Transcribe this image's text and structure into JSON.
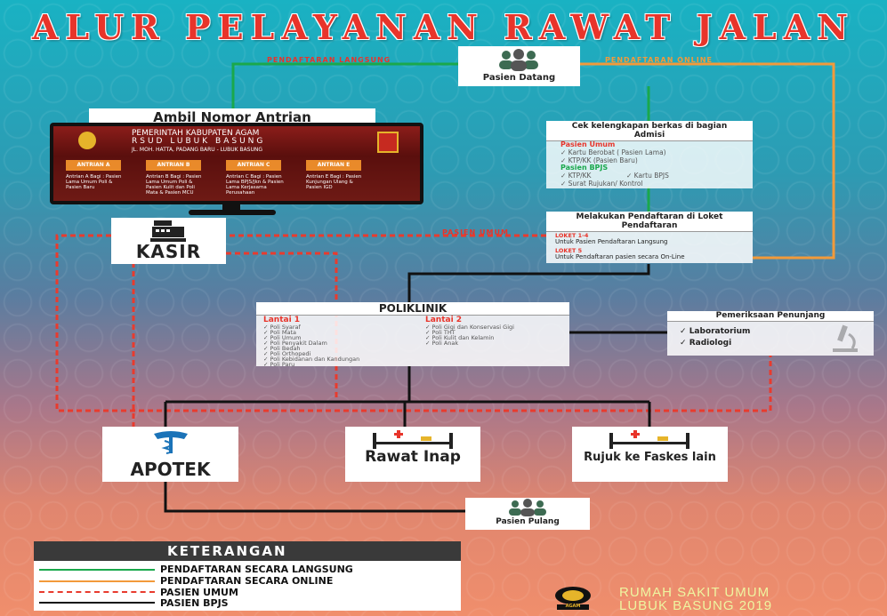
{
  "title": "ALUR PELAYANAN RAWAT JALAN",
  "line_labels": {
    "langsung": "PENDAFTARAN LANGSUNG",
    "online": "PENDAFTARAN ONLINE",
    "umum": "PASIEN UMUM"
  },
  "nodes": {
    "pasien_datang": "Pasien Datang",
    "ambil_nomor": "Ambil Nomor Antrian",
    "kasir": "KASIR",
    "cek": {
      "title": "Cek kelengkapan berkas di bagian Admisi",
      "umum_title": "Pasien Umum",
      "umum_items": [
        "Kartu Berobat ( Pasien Lama)",
        "KTP/KK (Pasien Baru)"
      ],
      "bpjs_title": "Pasien BPJS",
      "bpjs_items": [
        "KTP/KK",
        "Kartu BPJS",
        "Surat Rujukan/ Kontrol"
      ]
    },
    "daftar": {
      "title": "Melakukan Pendaftaran di Loket Pendaftaran",
      "loket1": "LOKET 1-4",
      "loket1_desc": "Untuk Pasien Pendaftaran Langsung",
      "loket2": "LOKET 5",
      "loket2_desc": "Untuk Pendaftaran pasien secara On-Line"
    },
    "poli": {
      "title": "POLIKLINIK",
      "lantai1": "Lantai 1",
      "lantai1_items": [
        "Poli Syaraf",
        "Poli Mata",
        "Poli Umum",
        "Poli Penyakit Dalam",
        "Poli Bedah",
        "Poli Orthopedi",
        "Poli Kebidanan dan Kandungan",
        "Poli Paru"
      ],
      "lantai2": "Lantai 2",
      "lantai2_items": [
        "Poli Gigi dan Konservasi Gigi",
        "Poli THT",
        "Poli Kulit dan Kelamin",
        "Poli Anak"
      ]
    },
    "penunjang": {
      "title": "Pemeriksaan Penunjang",
      "items": [
        "Laboratorium",
        "Radiologi"
      ]
    },
    "apotek": "APOTEK",
    "rawat_inap": "Rawat Inap",
    "rujuk": "Rujuk ke Faskes lain",
    "pasien_pulang": "Pasien Pulang"
  },
  "monitor": {
    "line1": "PEMERINTAH KABUPATEN AGAM",
    "line2": "RSUD LUBUK BASUNG",
    "line3": "JL. MOH. HATTA, PADANG BARU - LUBUK BASUNG",
    "buttons": [
      "ANTRIAN A",
      "ANTRIAN B",
      "ANTRIAN C",
      "ANTRIAN E"
    ],
    "texts": [
      "Antrian A Bagi : Pasien Lama Umum Poli & Pasien Baru",
      "Antrian B Bagi : Pasien Lama Umum Poli & Pasien Kulit dan Poli Mata & Pasien MCU",
      "Antrian C Bagi : Pasien Lama BPJS/Jkn & Pasien Lama Kerjasama Perusahaan",
      "Antrian E Bagi : Pasien Kunjungan Ulang & Pasien IGD"
    ]
  },
  "legend": {
    "title": "KETERANGAN",
    "items": [
      "PENDAFTARAN SECARA LANGSUNG",
      "PENDAFTARAN SECARA ONLINE",
      "PASIEN UMUM",
      "PASIEN BPJS"
    ]
  },
  "footer": {
    "line1": "RUMAH SAKIT UMUM",
    "line2": "LUBUK BASUNG 2019",
    "logo_text": "AGAM"
  },
  "colors": {
    "green": "#1aa84c",
    "orange": "#f29a3a",
    "red": "#e83b2e",
    "black": "#111111"
  }
}
